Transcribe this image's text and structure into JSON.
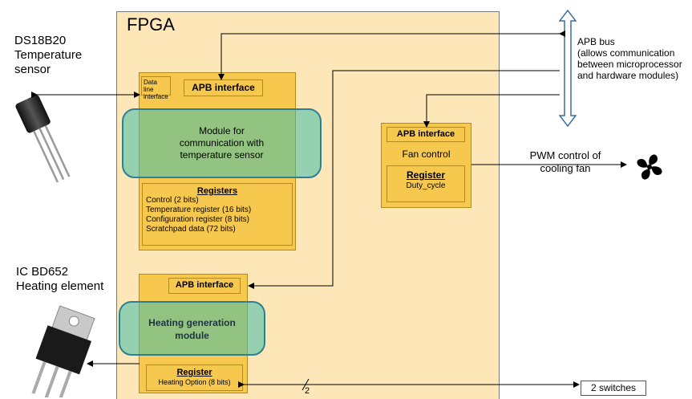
{
  "fpga": {
    "title": "FPGA"
  },
  "sensor": {
    "label_line1": "DS18B20",
    "label_line2": "Temperature",
    "label_line3": "sensor"
  },
  "temp_module": {
    "dataline_line1": "Data line",
    "dataline_line2": "interface",
    "apb": "APB interface",
    "title_line1": "Module for",
    "title_line2": "communication with",
    "title_line3": "temperature sensor",
    "registers_title": "Registers",
    "registers": [
      "Control (2 bits)",
      "Temperature register (16 bits)",
      "Configuration register (8 bits)",
      "Scratchpad data (72 bits)"
    ]
  },
  "fan_module": {
    "apb": "APB interface",
    "title": "Fan control",
    "register_title": "Register",
    "register_value": "Duty_cycle"
  },
  "heat_module": {
    "apb": "APB interface",
    "title_line1": "Heating generation",
    "title_line2": "module",
    "register_title": "Register",
    "register_value": "Heating Option (8 bits)"
  },
  "apb_bus": {
    "line1": "APB bus",
    "line2": "(allows communication",
    "line3": "between microprocessor",
    "line4": "and hardware modules)"
  },
  "pwm": {
    "line1": "PWM control of",
    "line2": "cooling fan"
  },
  "heater": {
    "label_line1": "IC BD652",
    "label_line2": "Heating element"
  },
  "switches": {
    "label": "2 switches",
    "bus_width": "2"
  }
}
